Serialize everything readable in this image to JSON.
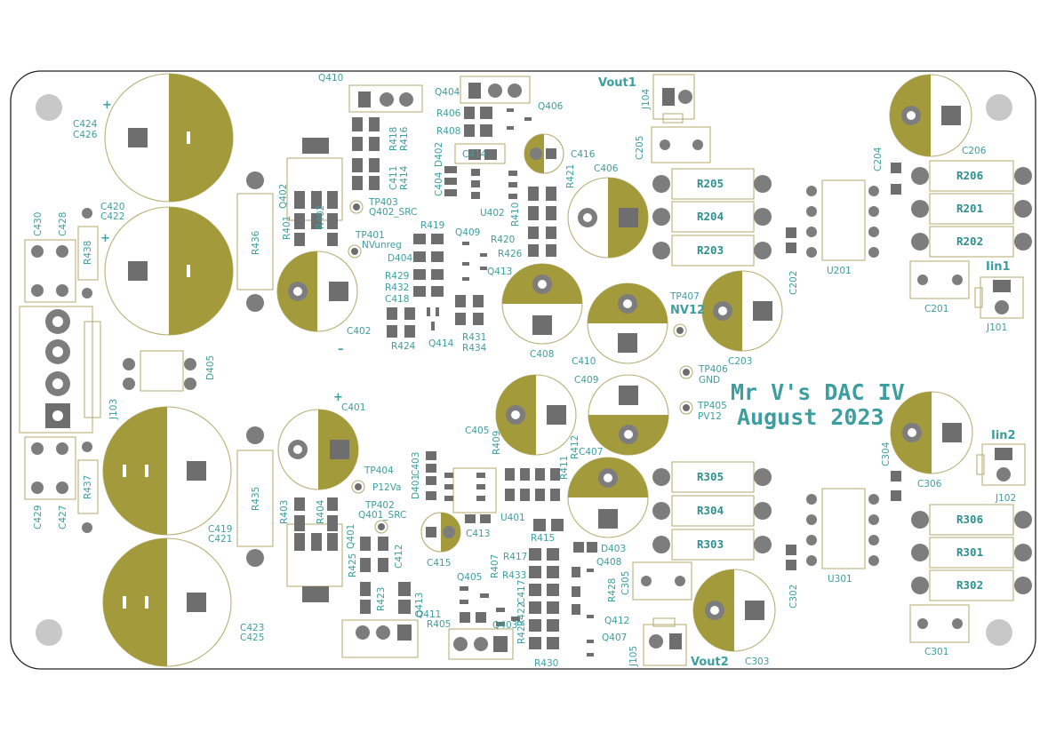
{
  "board": {
    "title": "Mr V's DAC IV",
    "date": "August 2023",
    "colors": {
      "silkscreen": "#3d9ea0",
      "courtyard": "#b8b078",
      "cap_fill": "#a39a3c",
      "pad": "#7d7d7d",
      "mount_hole": "#c8c8c8"
    }
  },
  "connectors": {
    "vout1": "Vout1",
    "vout2": "Vout2",
    "iin1": "Iin1",
    "iin2": "Iin2",
    "j101": "J101",
    "j102": "J102",
    "j103": "J103",
    "j104": "J104",
    "j105": "J105"
  },
  "resistors_values": [
    "R205",
    "R204",
    "R203",
    "R206",
    "R201",
    "R202",
    "R305",
    "R304",
    "R303",
    "R306",
    "R301",
    "R302"
  ],
  "big_caps": {
    "c424": "C424",
    "c426": "C426",
    "c420": "C420",
    "c422": "C422",
    "c419": "C419",
    "c421": "C421",
    "c423": "C423",
    "c425": "C425"
  },
  "labels": {
    "c402": "C402",
    "c401": "C401",
    "c406": "C406",
    "c408": "C408",
    "c410": "C410",
    "c409": "C409",
    "c405": "C405",
    "c407": "C407",
    "c416": "C416",
    "c415": "C415",
    "c203": "C203",
    "c303": "C303",
    "c206": "C206",
    "c306": "C306",
    "c201": "C201",
    "c301": "C301",
    "c204": "C204",
    "c304": "C304",
    "c202": "C202",
    "c302": "C302",
    "c205": "C205",
    "c305": "C305",
    "u201": "U201",
    "u301": "U301",
    "u401": "U401",
    "u402": "U402",
    "r436": "R436",
    "r435": "R435",
    "r438": "R438",
    "r437": "R437",
    "c430": "C430",
    "c428": "C428",
    "c429": "C429",
    "c427": "C427",
    "d405": "D405",
    "d404": "D404",
    "d403": "D403",
    "d401": "D401",
    "d402": "D402",
    "q410": "Q410",
    "q404": "Q404",
    "q406": "Q406",
    "q402": "Q402",
    "q401": "Q401",
    "q409": "Q409",
    "q413": "Q413",
    "q414": "Q414",
    "q411": "Q411",
    "q413b": "Q413",
    "q405": "Q405",
    "q403": "Q403",
    "q408": "Q408",
    "q412": "Q412",
    "q407": "Q407",
    "r406": "R406",
    "r408": "R408",
    "r418": "R418",
    "r416": "R416",
    "c411": "C411",
    "r414": "R414",
    "c414": "C414",
    "c404": "C404",
    "r421": "R421",
    "r410": "R410",
    "r420": "R420",
    "r426": "R426",
    "r419": "R419",
    "r429": "R429",
    "r432": "R432",
    "c418": "C418",
    "r424": "R424",
    "r431": "R431",
    "r434": "R434",
    "r401": "R401",
    "r402": "R402",
    "r403": "R403",
    "r404": "R404",
    "r425": "R425",
    "c412": "C412",
    "r423": "R423",
    "r405": "R405",
    "r407": "R407",
    "r433": "R433",
    "c417": "C417",
    "r427": "R427",
    "r422": "R422",
    "r430": "R430",
    "r428": "R428",
    "r417": "R417",
    "r415": "R415",
    "r409": "R409",
    "r411": "R411",
    "r412": "R412",
    "c403": "C403",
    "c413": "C413",
    "tp403": "TP403",
    "q402_src": "Q402_SRC",
    "tp401": "TP401",
    "nvunreg": "NVunreg",
    "tp407": "TP407",
    "nv12": "NV12",
    "tp406": "TP406",
    "gnd": "GND",
    "tp405": "TP405",
    "pv12": "PV12",
    "tp404": "TP404",
    "p12va": "P12Va",
    "tp402": "TP402",
    "q401_src": "Q401_SRC",
    "plus": "+",
    "minus": "–"
  }
}
